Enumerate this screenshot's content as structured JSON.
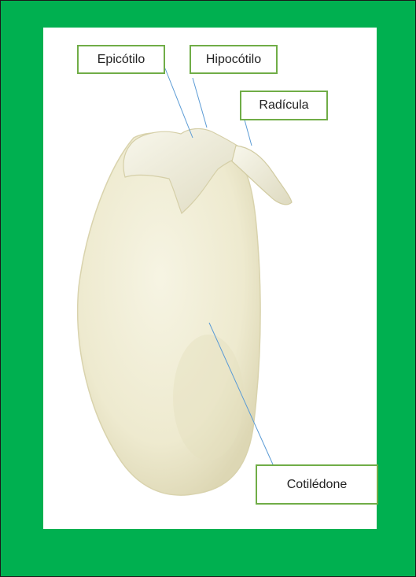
{
  "colors": {
    "frame_green": "#00b050",
    "label_border": "#70ad47",
    "leader_line": "#5b9bd5",
    "seed_fill": "#f1eed6"
  },
  "labels": {
    "epicotilo": "Epicótilo",
    "hipocotilo": "Hipocótilo",
    "radicula": "Radícula",
    "cotiledone": "Cotilédone"
  }
}
